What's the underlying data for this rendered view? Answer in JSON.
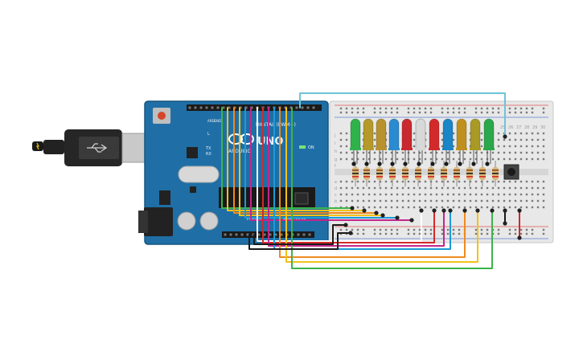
{
  "board": {
    "logo_text": "ARDUINO",
    "model": "UNO",
    "digital_label": "DIGITAL (PWM~)",
    "power_label": "POWER",
    "analog_label": "ANALOG IN",
    "on_label": "ON",
    "tx_label": "TX",
    "rx_label": "RX",
    "l_label": "L",
    "aref_label": "AREF",
    "gnd_label": "GND"
  },
  "breadboard": {
    "row_letters_top": [
      "j",
      "i",
      "h",
      "g",
      "f"
    ],
    "row_letters_bottom": [
      "e",
      "d",
      "c",
      "b",
      "a"
    ],
    "column_numbers": [
      "25",
      "26",
      "27",
      "28",
      "29",
      "30"
    ]
  },
  "leds": [
    {
      "color": "#2fb24a"
    },
    {
      "color": "#b59a2a"
    },
    {
      "color": "#b8922c"
    },
    {
      "color": "#2a8bd0"
    },
    {
      "color": "#c8282e"
    },
    {
      "color": "#d8d8d8"
    },
    {
      "color": "#d22a2a"
    },
    {
      "color": "#1a86c8"
    },
    {
      "color": "#c0901e"
    },
    {
      "color": "#a89a24"
    },
    {
      "color": "#2aa84a"
    }
  ],
  "wire_colors": {
    "green": "#3cb449",
    "yellow": "#f2c319",
    "orange": "#f08a1c",
    "blue": "#1c9ad6",
    "magenta": "#c2278c",
    "white": "#ffffff",
    "black": "#1a1a1a",
    "red": "#d62828",
    "cyan": "#6fc3d6"
  }
}
